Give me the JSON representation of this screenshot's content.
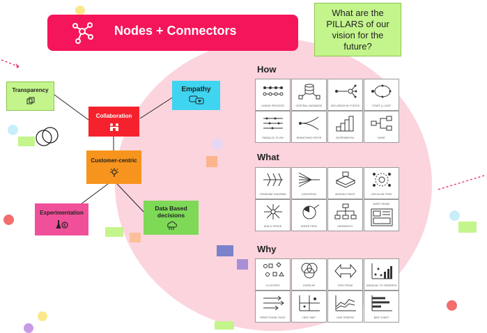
{
  "header": {
    "title": "Nodes + Connectors"
  },
  "question_note": {
    "text": "What are the PILLARS of our vision for the future?"
  },
  "mindmap": {
    "transparency": "Transparency",
    "empathy": "Empathy",
    "collaboration": "Collaboration",
    "customer_centric": "Customer-centric",
    "experimentation": "Experimentation",
    "data_based": "Data Based decisions"
  },
  "sections": {
    "how": {
      "label": "How",
      "tiles": [
        "LINEAR PROCESS",
        "CENTRAL DATABASE",
        "INFLUENCE BY FORCE",
        "START & LOOP",
        "PARALLEL FLOW",
        "BRANCHING PATHS",
        "INCREMENTAL",
        "NODE"
      ]
    },
    "what": {
      "label": "What",
      "tiles": [
        "FISHBONE DIAGRAM",
        "CONVERGE",
        "MISSING PIECE",
        "CIRCULAR TREE",
        "HUB & SPOKE",
        "INSIDE PEEK",
        "HIERARCHY",
        "WIRE FRAME"
      ]
    },
    "why": {
      "label": "Why",
      "tiles": [
        "CLUSTERS",
        "OVERLAP",
        "SPECTRUM",
        "GRADUAL TO ORDERED",
        "DIRECTIONAL RACE",
        "HEAT MAP",
        "LINE GRAPHS",
        "BAR CHART"
      ]
    }
  },
  "colors": {
    "header": "#f4155b",
    "note_green": "#c4f58c",
    "collaboration": "#f5222d",
    "customer_centric": "#f7941d",
    "empathy": "#3fd4f0",
    "experimentation": "#f0509a",
    "data_based": "#7ed957",
    "background_circle": "#fbd4de"
  }
}
